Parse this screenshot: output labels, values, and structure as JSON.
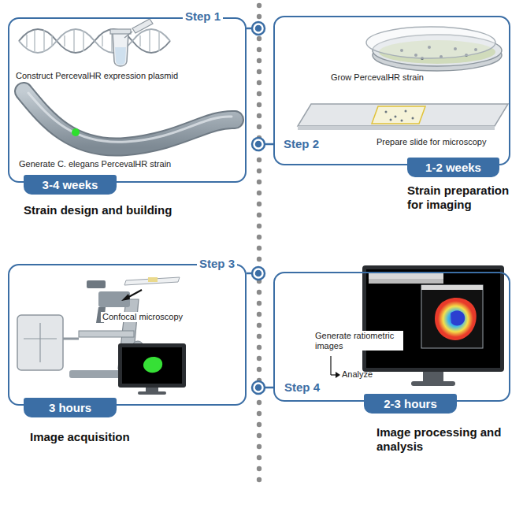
{
  "diagram": {
    "nodes": [
      {
        "text": [
          "Step 1",
          "Construct PercevalHR expression plasmid",
          "Generate C. elegans PercevalHR strain"
        ]
      },
      {
        "text": [
          "3-4 weeks"
        ],
        "in": 0
      },
      {
        "text": [
          "Step 2",
          "Grow PercevalHR strain",
          "Prepare slide for microscopy"
        ]
      },
      {
        "text": [
          "1-2 weeks"
        ],
        "in": 2
      },
      {
        "text": [
          "Step 3",
          "Confocal microscopy"
        ]
      },
      {
        "text": [
          "3 hours"
        ],
        "in": 4
      },
      {
        "text": [
          "Step 4",
          "Generate ratiometric images",
          "Analyze"
        ]
      },
      {
        "text": [
          "2-3 hours"
        ],
        "in": 6
      }
    ],
    "labels": [
      "Strain design and building",
      "Strain preparation for imaging",
      "Image acquisition",
      "Image processing and analysis"
    ]
  }
}
